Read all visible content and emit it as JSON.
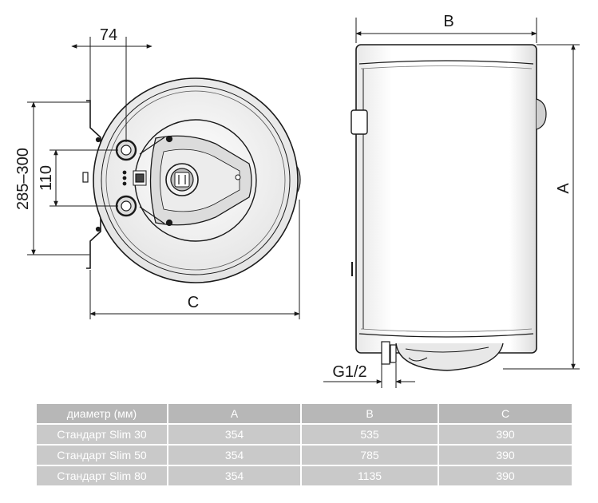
{
  "dimensions": {
    "d74": "74",
    "d285_300": "285–300",
    "d110": "110",
    "dC": "C",
    "dB": "B",
    "dA": "A",
    "dG": "G1/2"
  },
  "table": {
    "headers": [
      "диаметр (мм)",
      "A",
      "B",
      "C"
    ],
    "rows": [
      [
        "Стандарт Slim 30",
        "354",
        "535",
        "390"
      ],
      [
        "Стандарт Slim 50",
        "354",
        "785",
        "390"
      ],
      [
        "Стандарт Slim 80",
        "354",
        "1135",
        "390"
      ]
    ]
  }
}
